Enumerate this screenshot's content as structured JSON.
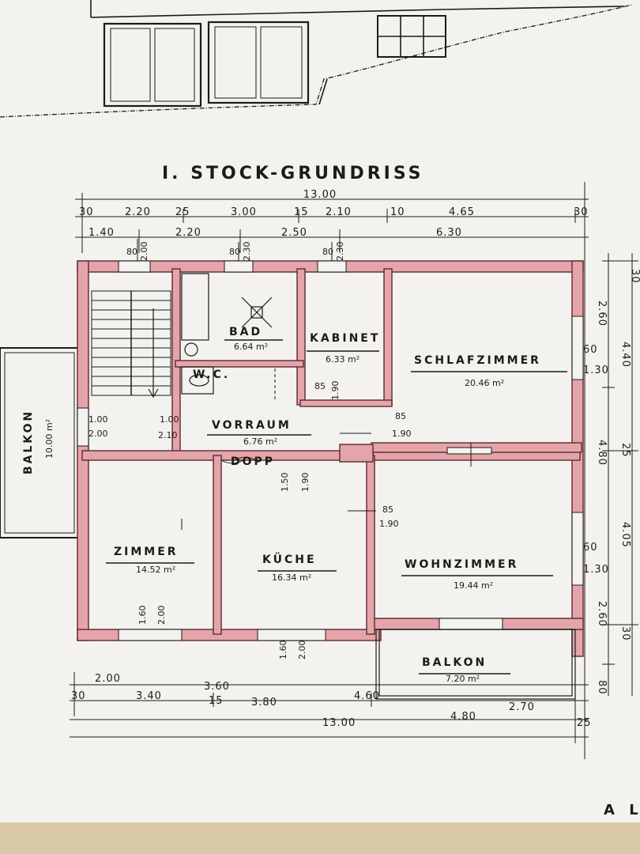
{
  "title": "I. STOCK-GRUNDRISS",
  "colors": {
    "paper": "#f3f2ee",
    "wall_fill": "#e4a5aa",
    "wall_edge": "#5a2a2e",
    "ink": "#1b1b1b"
  },
  "rooms": [
    {
      "name": "BAD",
      "area": "6.64 m²"
    },
    {
      "name": "KABINET",
      "area": "6.33 m²"
    },
    {
      "name": "SCHLAFZIMMER",
      "area": "20.46 m²"
    },
    {
      "name": "VORRAUM",
      "area": "6.76 m²"
    },
    {
      "name": "ZIMMER",
      "area": "14.52 m²"
    },
    {
      "name": "KÜCHE",
      "area": "16.34 m²"
    },
    {
      "name": "WOHNZIMMER",
      "area": "19.44 m²"
    },
    {
      "name": "BALKON",
      "area": "7.20 m²"
    },
    {
      "name": "BALKON",
      "area": "10.00 m²"
    },
    {
      "name": "W.C.",
      "area": ""
    }
  ],
  "labels": {
    "door_note": "DOPP"
  },
  "dimensions": {
    "top_total": "13.00",
    "top_row1": [
      "30",
      "2.20",
      "25",
      "3.00",
      "15",
      "2.10",
      "10",
      "4.65",
      "30"
    ],
    "top_row2": [
      "1.40",
      "2.20",
      "2.50",
      "6.30"
    ],
    "bottom_row1": [
      "2.00",
      "3.60",
      "2.70"
    ],
    "bottom_row2": [
      "30",
      "3.40",
      "15",
      "3.80",
      "4.60",
      "4.80",
      "25"
    ],
    "bottom_total": "13.00",
    "right_row": [
      "30",
      "2.60",
      "60",
      "4.40",
      "1.30",
      "4.80",
      "25",
      "4.05",
      "60",
      "1.30",
      "2.60",
      "30",
      "80"
    ],
    "door_marks": [
      "80",
      "2.00",
      "80",
      "2.30",
      "80",
      "2.30",
      "85",
      "1.90",
      "85",
      "1.90",
      "1.00",
      "2.00",
      "1.00",
      "2.10",
      "1.50",
      "1.90",
      "85",
      "1.90",
      "1.60",
      "2.00",
      "1.60",
      "2.00"
    ]
  },
  "corner_text": "A L"
}
